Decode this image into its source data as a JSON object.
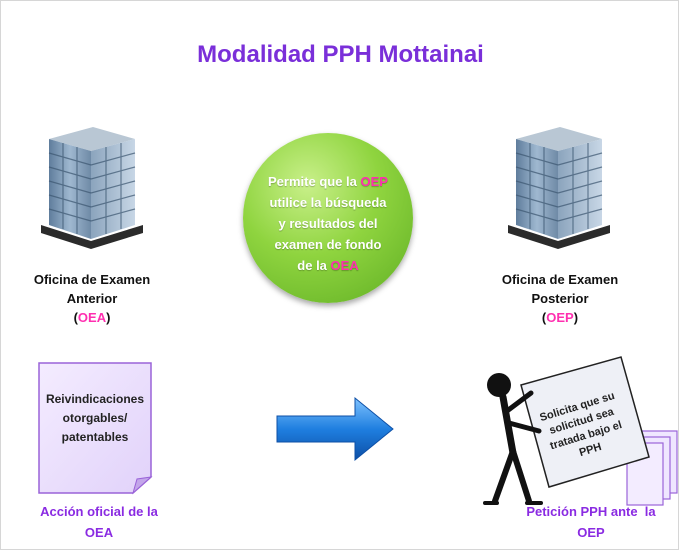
{
  "title": "Modalidad PPH Mottainai",
  "left_office": {
    "line1": "Oficina de Examen",
    "line2": "Anterior",
    "paren_open": "(",
    "code": "OEA",
    "paren_close": ")"
  },
  "right_office": {
    "line1": "Oficina de Examen",
    "line2": "Posterior",
    "paren_open": "(",
    "code": "OEP",
    "paren_close": ")"
  },
  "circle": {
    "line1_prefix": "Permite que la ",
    "line1_highlight": "OEP",
    "line2": "utilice la búsqueda",
    "line3": "y resultados del",
    "line4": "examen de fondo",
    "line5_prefix": "de la ",
    "line5_highlight": "OEA"
  },
  "document": {
    "line1": "Reivindicaciones",
    "line2": "otorgables/",
    "line3": "patentables"
  },
  "left_caption": {
    "line1": "Acción oficial de la",
    "line2": "OEA"
  },
  "sign": {
    "line1": "Solicita que su",
    "line2": "solicitud sea",
    "line3": "tratada bajo el",
    "line4": "PPH"
  },
  "right_caption": {
    "line1": "Petición PPH ante  la",
    "line2": "OEP"
  },
  "colors": {
    "title": "#7a2fd9",
    "highlight": "#ff2fb0",
    "circle": "#8fd43f",
    "arrow": "#1f7fe0",
    "caption": "#8a2be2"
  }
}
